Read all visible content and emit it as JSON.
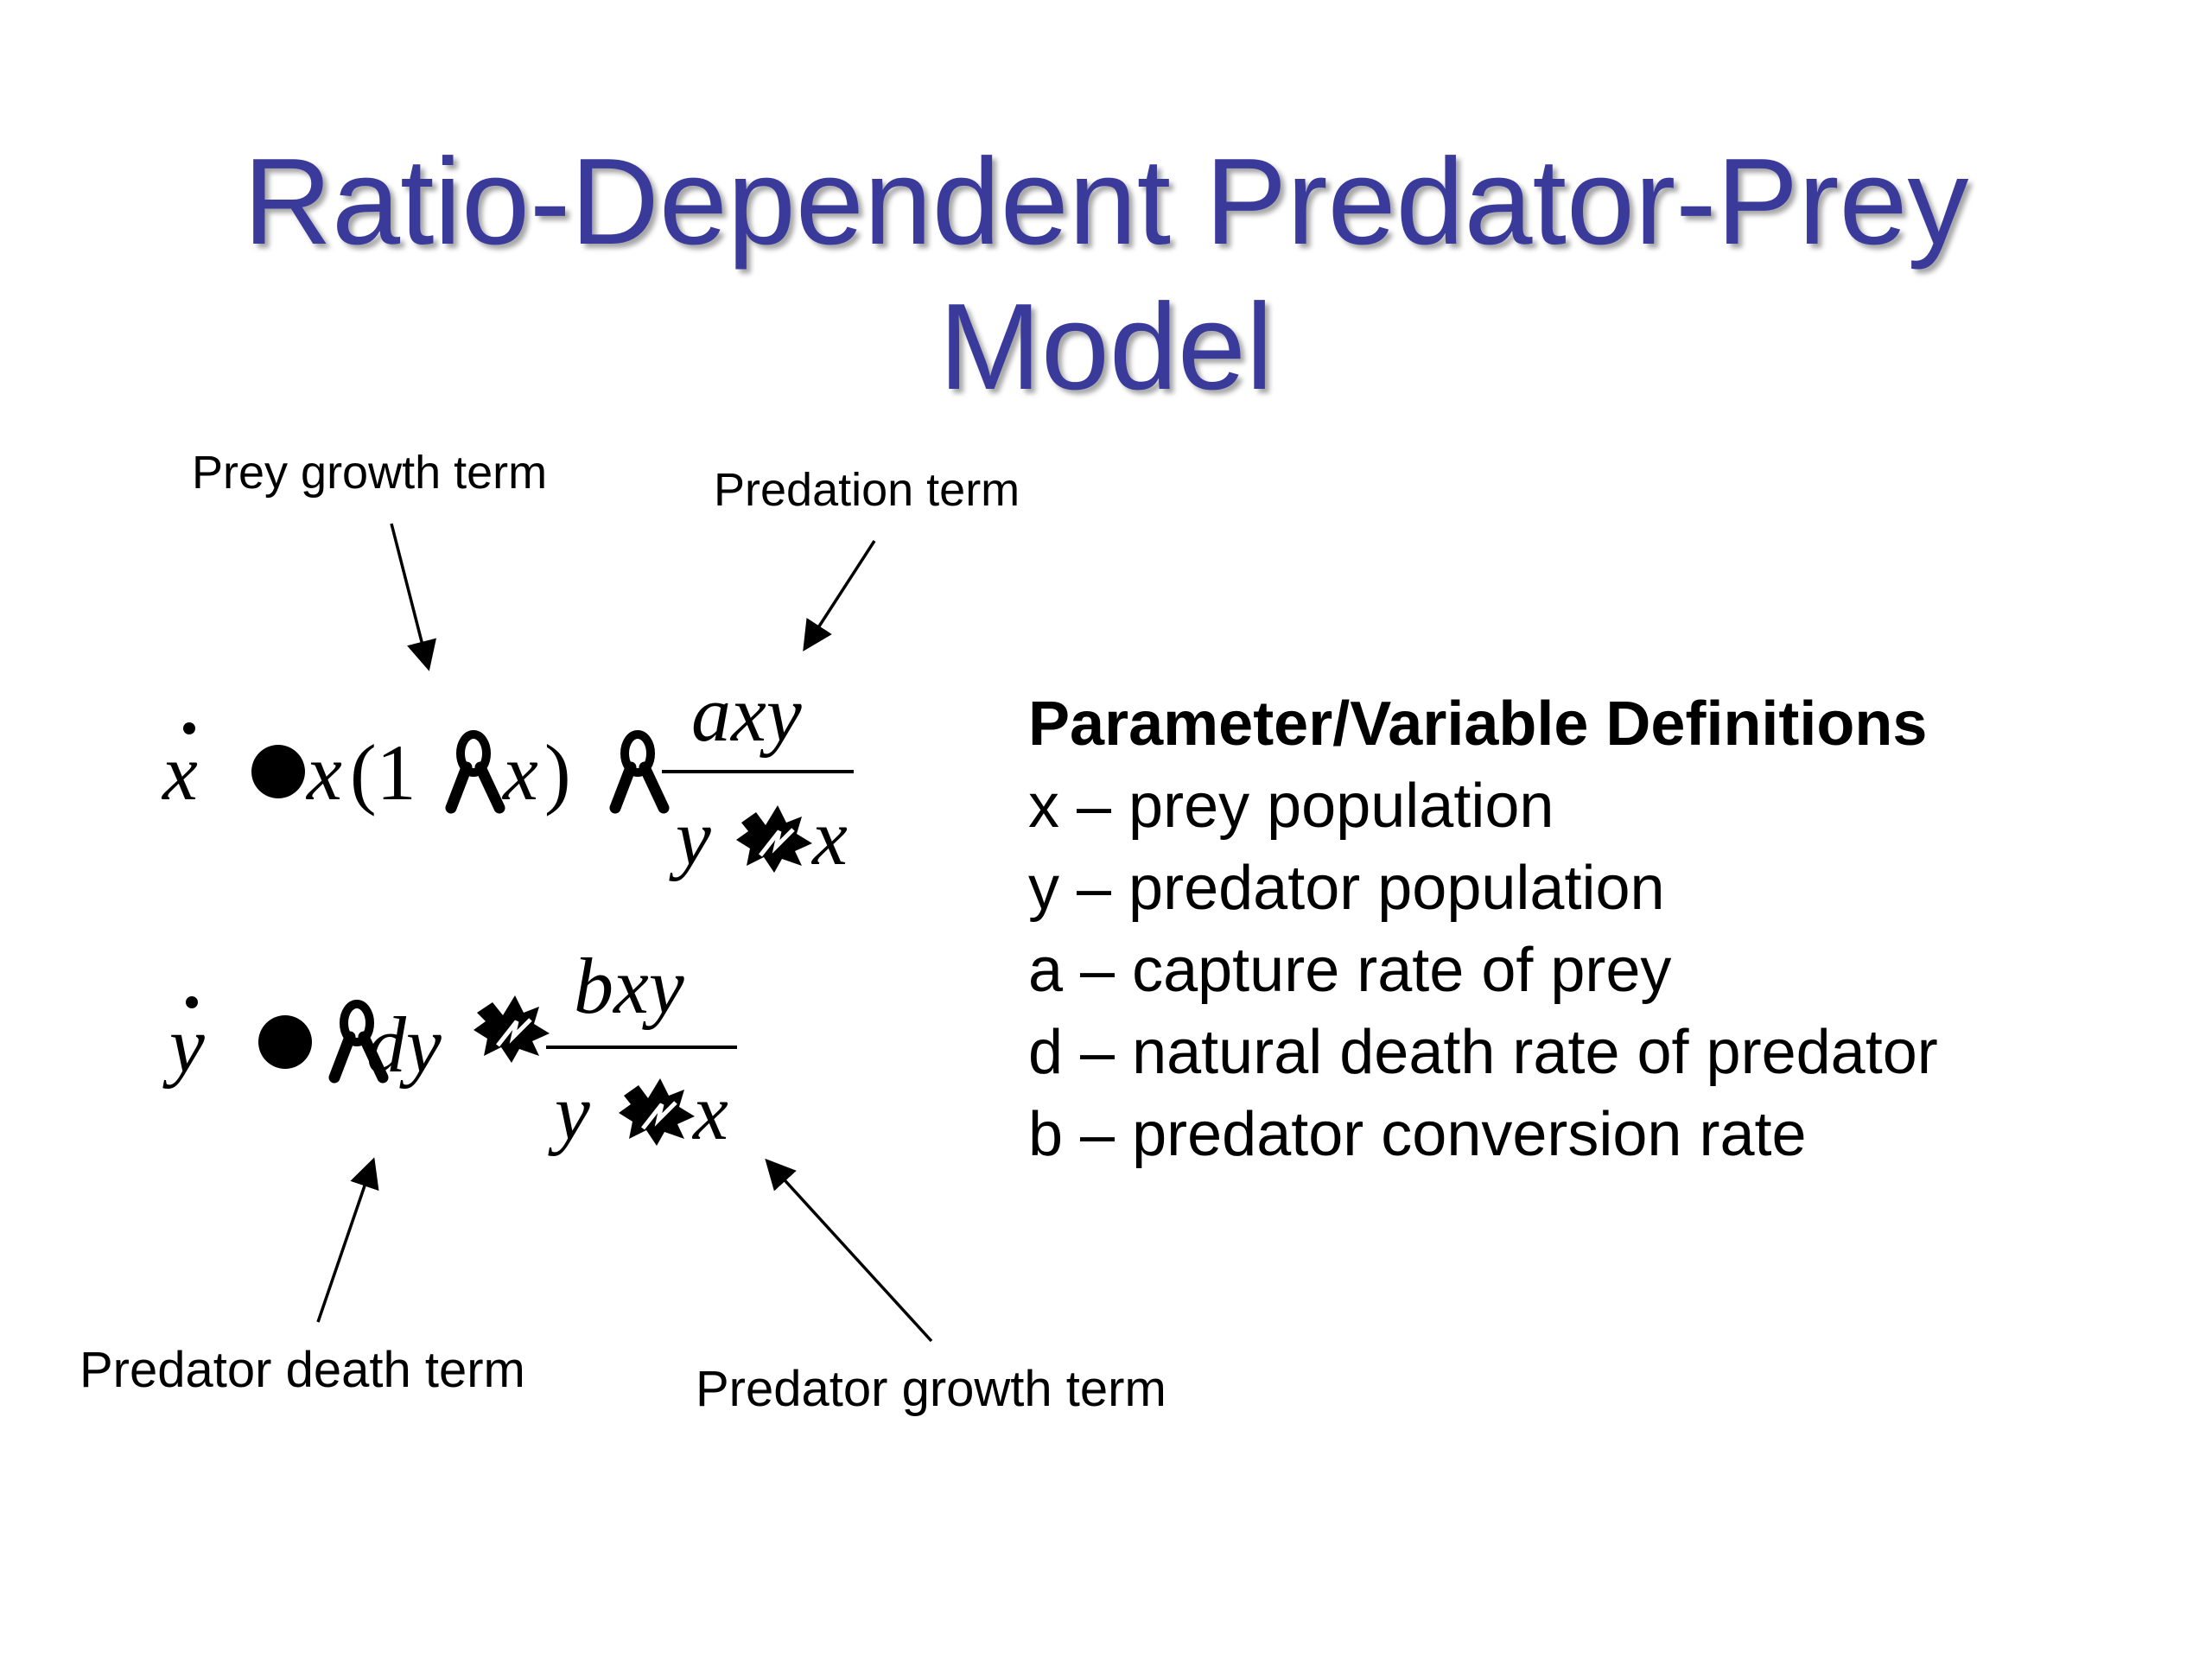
{
  "slide": {
    "title_line1": "Ratio-Dependent Predator-Prey",
    "title_line2": "Model"
  },
  "annotations": {
    "prey_growth": "Prey growth term",
    "predation": "Predation term",
    "predator_death": "Predator death term",
    "predator_growth": "Predator growth term"
  },
  "equations": {
    "eq1": {
      "lhs_var": "x",
      "growth_x": "x",
      "growth_open": "(1",
      "growth_x2": "x",
      "growth_close": ")",
      "numerator": "axy",
      "den_y": "y",
      "den_x": "x"
    },
    "eq2": {
      "lhs_var": "y",
      "death": "dy",
      "numerator": "bxy",
      "den_y": "y",
      "den_x": "x"
    }
  },
  "definitions": {
    "heading": "Parameter/Variable Definitions",
    "items": [
      "x – prey population",
      "y – predator population",
      "a – capture rate of prey",
      "d – natural death rate of predator",
      "b – predator conversion rate"
    ]
  },
  "colors": {
    "title": "#3a3a9a",
    "text": "#000000",
    "background": "#ffffff"
  }
}
